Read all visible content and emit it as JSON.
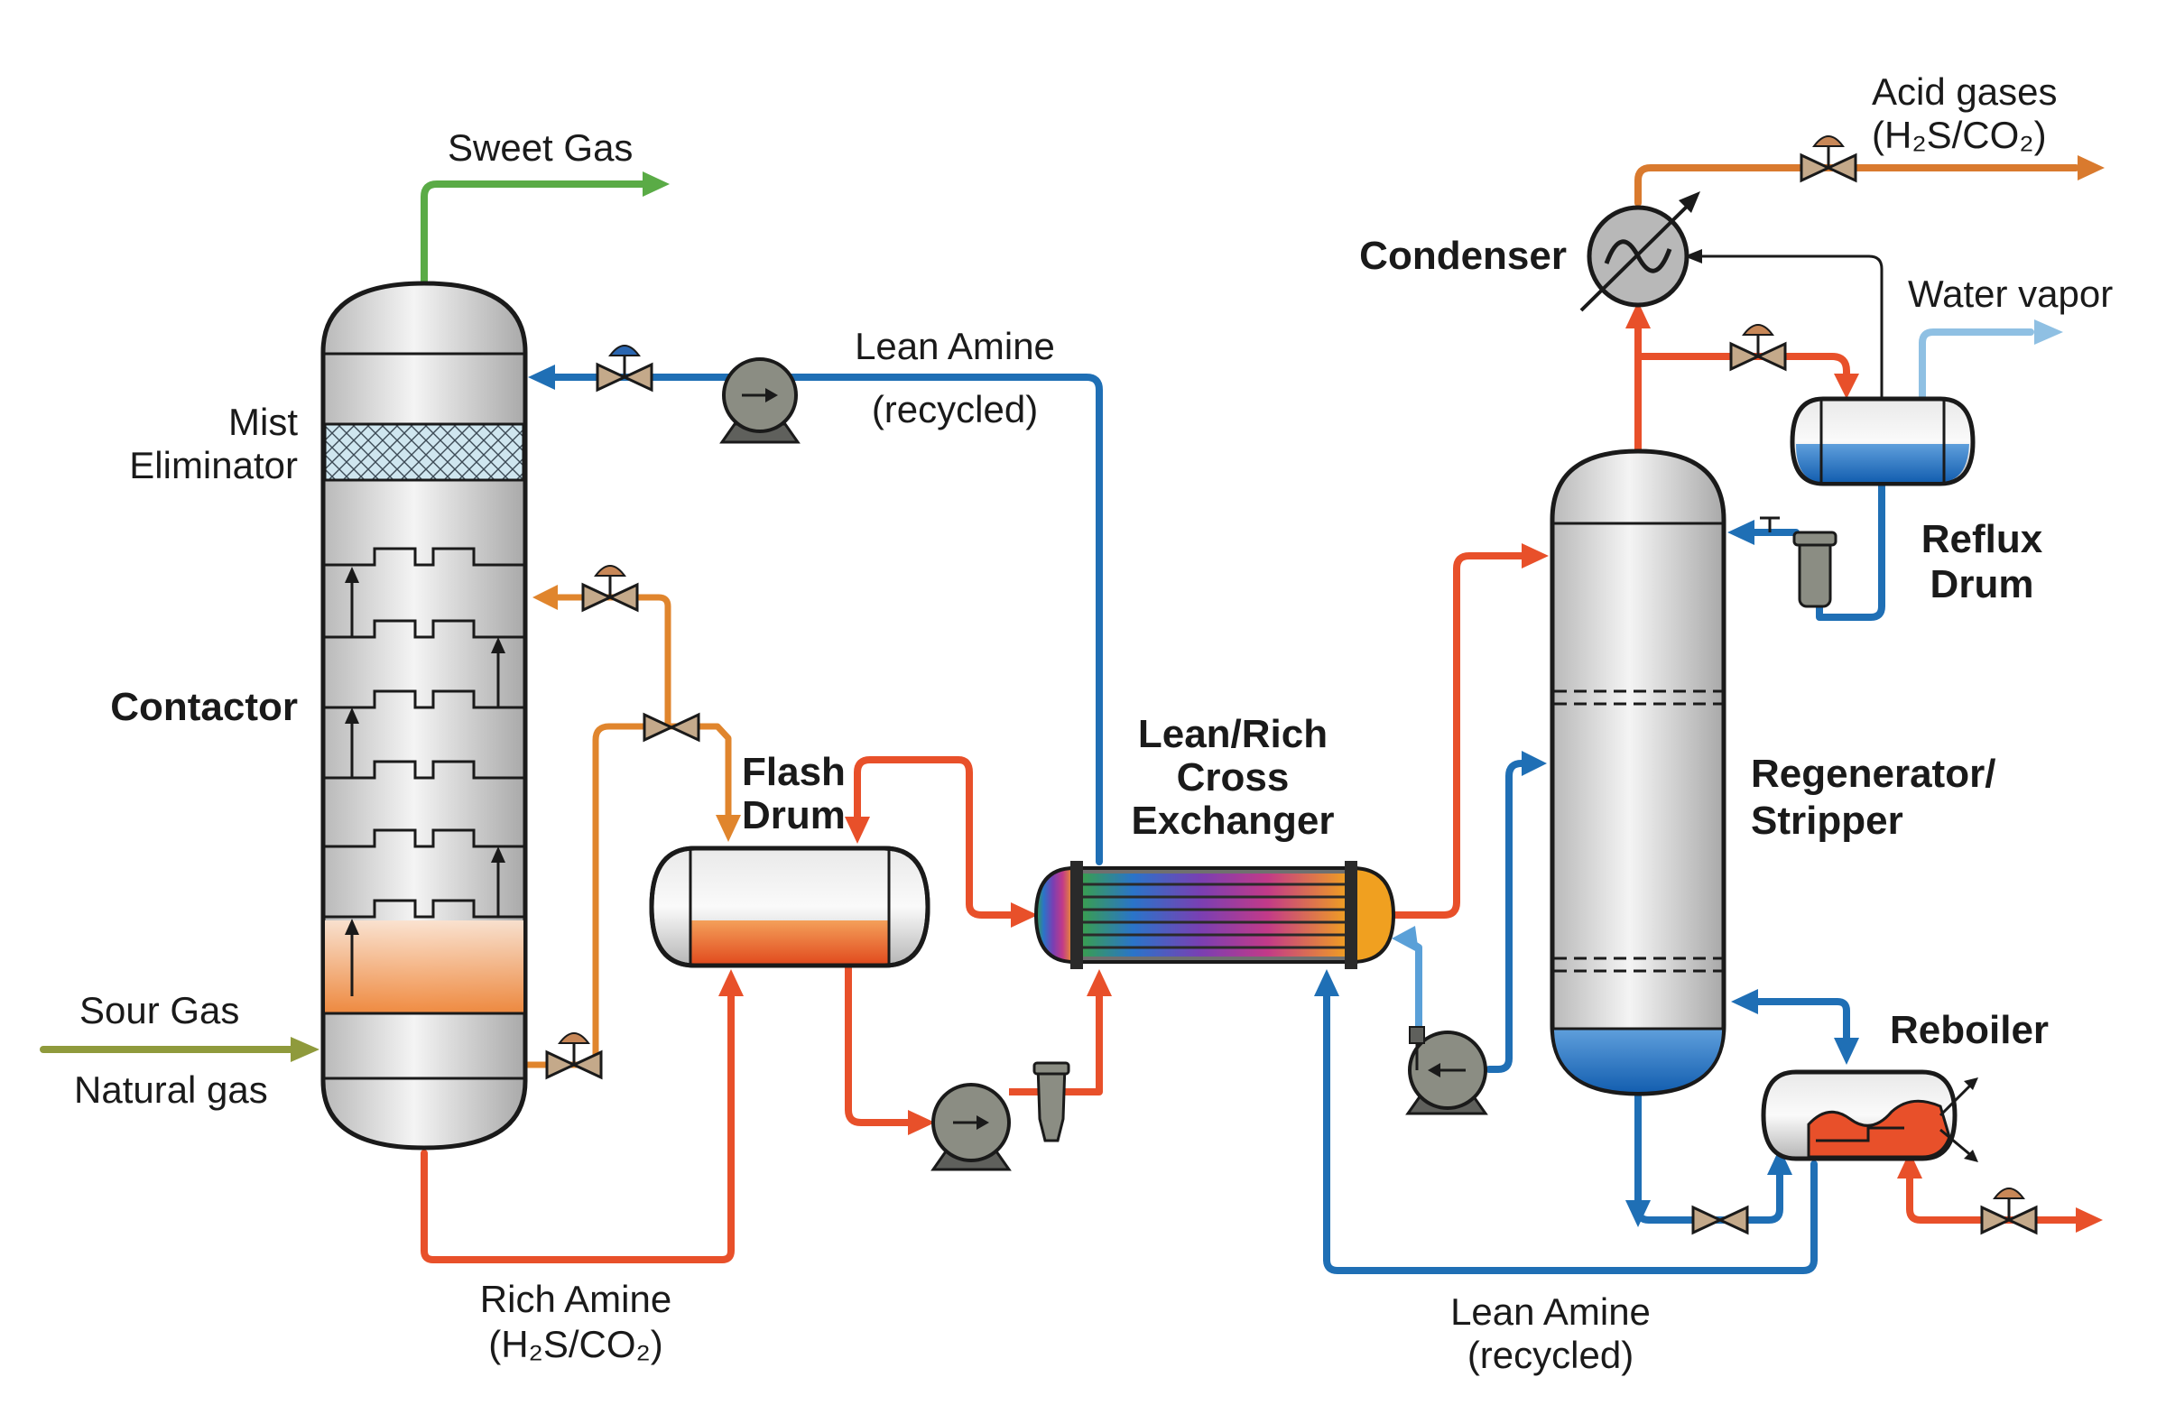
{
  "diagram": {
    "labels": {
      "sweet_gas": "Sweet Gas",
      "mist": "Mist",
      "eliminator": "Eliminator",
      "contactor": "Contactor",
      "sour_gas": "Sour Gas",
      "natural_gas": "Natural gas",
      "lean_amine_top_1": "Lean Amine",
      "lean_amine_top_2": "(recycled)",
      "flash_1": "Flash",
      "flash_2": "Drum",
      "cross_1": "Lean/Rich",
      "cross_2": "Cross",
      "cross_3": "Exchanger",
      "rich_amine_1": "Rich Amine",
      "rich_amine_2": "(H₂S/CO₂)",
      "condenser": "Condenser",
      "acid_gases_1": "Acid gases",
      "acid_gases_2": "(H₂S/CO₂)",
      "water_vapor": "Water vapor",
      "reflux_1": "Reflux",
      "reflux_2": "Drum",
      "regen_1": "Regenerator/",
      "regen_2": "Stripper",
      "reboiler": "Reboiler",
      "lean_amine_bottom_1": "Lean Amine",
      "lean_amine_bottom_2": "(recycled)"
    },
    "colors": {
      "sweet_gas": "#5aab46",
      "sour_gas": "#8f9a3c",
      "lean_amine": "#1f6fb5",
      "rich_amine": "#e8502a",
      "semi_lean": "#e0852d",
      "acid_gas": "#d97a2e",
      "water_vapor": "#8fc0e3",
      "vessel_fill": "#dcdcdc",
      "liquid_orange": "#f08a3a",
      "liquid_blue": "#1c6ec2"
    }
  }
}
